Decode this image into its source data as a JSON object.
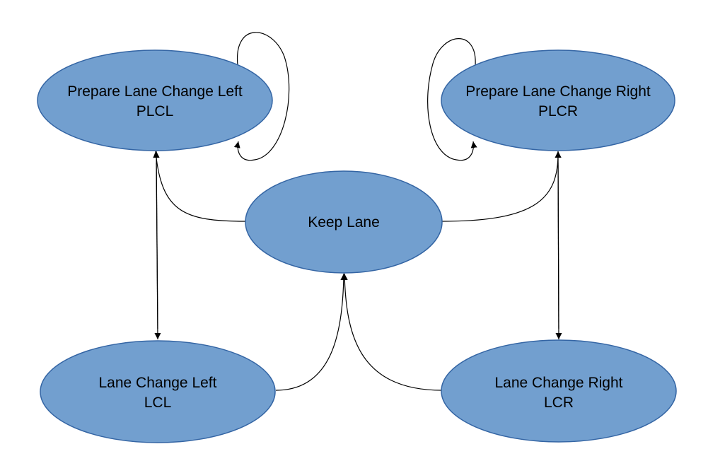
{
  "diagram": {
    "nodes": {
      "plcl": {
        "line1": "Prepare Lane Change Left",
        "line2": "PLCL"
      },
      "plcr": {
        "line1": "Prepare Lane Change Right",
        "line2": "PLCR"
      },
      "kl": {
        "line1": "Keep Lane"
      },
      "lcl": {
        "line1": "Lane Change Left",
        "line2": "LCL"
      },
      "lcr": {
        "line1": "Lane Change Right",
        "line2": "LCR"
      }
    },
    "edges": [
      {
        "from": "Keep Lane",
        "to": "PLCL"
      },
      {
        "from": "Keep Lane",
        "to": "PLCR"
      },
      {
        "from": "PLCL",
        "to": "PLCL"
      },
      {
        "from": "PLCR",
        "to": "PLCR"
      },
      {
        "from": "PLCL",
        "to": "LCL"
      },
      {
        "from": "LCL",
        "to": "PLCL"
      },
      {
        "from": "PLCR",
        "to": "LCR"
      },
      {
        "from": "LCR",
        "to": "PLCR"
      },
      {
        "from": "LCL",
        "to": "Keep Lane"
      },
      {
        "from": "LCR",
        "to": "Keep Lane"
      }
    ],
    "colors": {
      "node_fill": "#729fcf",
      "node_stroke": "#3465a4",
      "edge": "#000000"
    }
  }
}
